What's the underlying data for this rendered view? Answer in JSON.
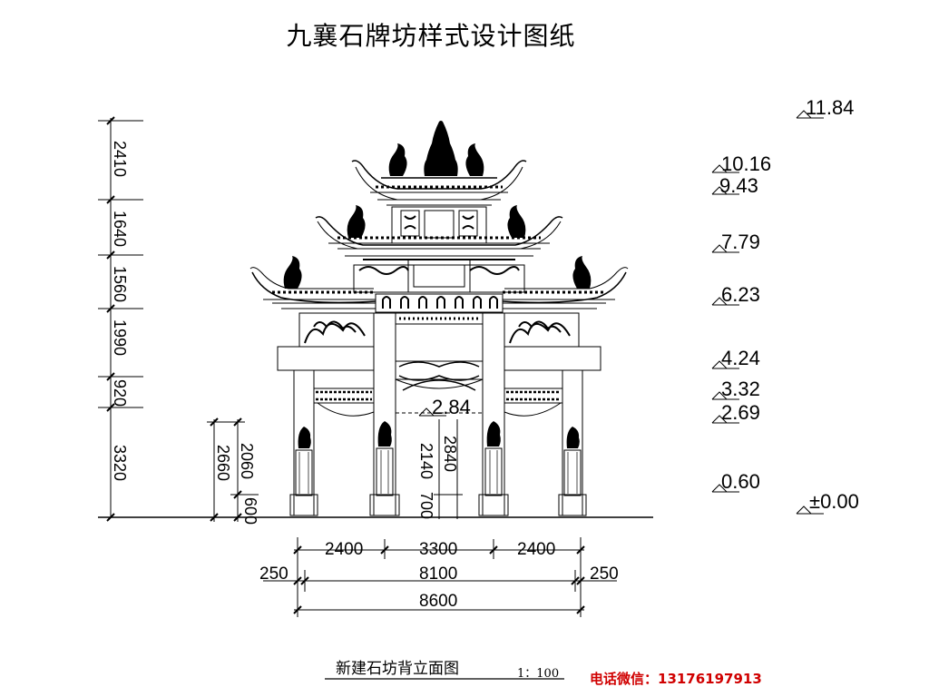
{
  "title": "九襄石牌坊样式设计图纸",
  "caption": "新建石坊背立面图",
  "scale": "1：100",
  "contact": "电话微信：13176197913",
  "colors": {
    "line": "#000000",
    "contact": "#d00000",
    "background": "#ffffff"
  },
  "elevations": [
    "11.84",
    "10.16",
    "9.43",
    "7.79",
    "6.23",
    "4.24",
    "3.32",
    "2.69",
    "0.60",
    "±0.00"
  ],
  "center_elevation": "2.84",
  "left_dims": [
    "2410",
    "1640",
    "1560",
    "1990",
    "920",
    "3320"
  ],
  "left_inner_dims": [
    "2660",
    "2060",
    "600"
  ],
  "center_dims": [
    "2140",
    "2840",
    "700"
  ],
  "bottom_dims": {
    "row1": [
      "2400",
      "3300",
      "2400"
    ],
    "row2": [
      "250",
      "8100",
      "250"
    ],
    "row3": [
      "8600"
    ]
  }
}
